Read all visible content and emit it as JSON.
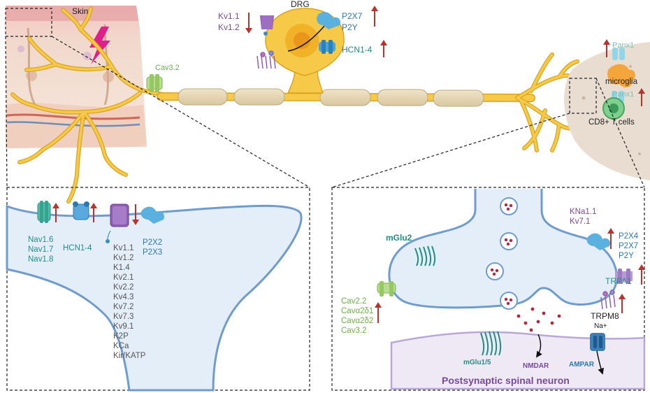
{
  "top": {
    "skin": "Skin",
    "dendrite_channel": "Cav3.2",
    "drg": "DRG",
    "drg_down": [
      "Kv1.1",
      "Kv1.2"
    ],
    "drg_up_p2": [
      "P2X7",
      "P2Y"
    ],
    "drg_up_hcn": "HCN1-4",
    "spinal": {
      "panx_top": "Panx1",
      "microglia": "microglia",
      "panx_bottom": "Panx1",
      "tcells": "CD8+ T cells"
    }
  },
  "left_panel": {
    "nav": [
      "Nav1.6",
      "Nav1.7",
      "Nav1.8"
    ],
    "hcn": "HCN1-4",
    "k_channels": [
      "Kv1.1",
      "Kv1.2",
      "K1.4",
      "Kv2.1",
      "Kv2.2",
      "Kv4.3",
      "Kv7.2",
      "Kv7.3",
      "Kv9.1",
      "K2P",
      "KCa",
      "Kir/KATP"
    ],
    "p2x": [
      "P2X2",
      "P2X3"
    ]
  },
  "right_panel": {
    "kna": [
      "KNa1.1",
      "Kv7.1"
    ],
    "p2": [
      "P2X4",
      "P2X7",
      "P2Y"
    ],
    "mglu2": "mGlu2",
    "trpa1": "TRPA1",
    "trpm8": "TRPM8",
    "na": "Na+",
    "cav": [
      "Cav2.2",
      "Cavα2δ1",
      "Cavα2δ2",
      "Cav3.2"
    ],
    "mglu15": "mGlu1/5",
    "nmdar": "NMDAR",
    "ampar": "AMPAR",
    "postsynaptic": "Postsynaptic spinal neuron"
  },
  "colors": {
    "neuron": "#f7c948",
    "neuron_stroke": "#d9a520",
    "myelin": "#e6d6b0",
    "membrane": "#6f9ccc",
    "cytoplasm": "#e4eef9",
    "arrow_red": "#b8322e"
  }
}
